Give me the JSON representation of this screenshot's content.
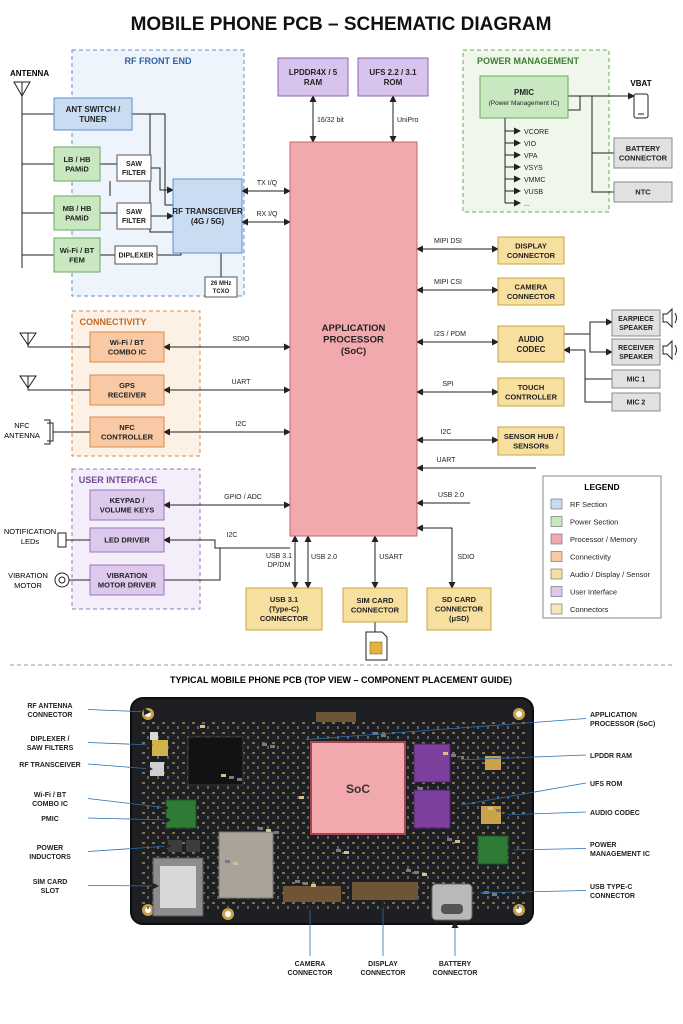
{
  "title": "MOBILE PHONE PCB – SCHEMATIC DIAGRAM",
  "sections": {
    "rf": "RF FRONT END",
    "power": "POWER MANAGEMENT",
    "connectivity": "CONNECTIVITY",
    "ui": "USER INTERFACE"
  },
  "blocks": {
    "ant_switch": [
      "ANT SWITCH /",
      "TUNER"
    ],
    "lb_hb": [
      "LB / HB",
      "PAMiD"
    ],
    "mb_hb": [
      "MB / HB",
      "PAMiD"
    ],
    "wifi_fem": [
      "Wi-Fi / BT",
      "FEM"
    ],
    "saw1": [
      "SAW",
      "FILTER"
    ],
    "saw2": [
      "SAW",
      "FILTER"
    ],
    "diplexer": [
      "DIPLEXER"
    ],
    "rf_trx": [
      "RF TRANSCEIVER",
      "(4G / 5G)"
    ],
    "tcxo": [
      "26 MHz",
      "TCXO"
    ],
    "lpddr": [
      "LPDDR4X / 5",
      "RAM"
    ],
    "ufs": [
      "UFS 2.2 / 3.1",
      "ROM"
    ],
    "pmic": [
      "PMIC",
      "(Power Management IC)"
    ],
    "battery": [
      "BATTERY",
      "CONNECTOR"
    ],
    "ntc": [
      "NTC"
    ],
    "soc": [
      "APPLICATION",
      "PROCESSOR",
      "(SoC)"
    ],
    "display": [
      "DISPLAY",
      "CONNECTOR"
    ],
    "camera": [
      "CAMERA",
      "CONNECTOR"
    ],
    "audio": [
      "AUDIO",
      "CODEC"
    ],
    "earpiece": [
      "EARPIECE",
      "SPEAKER"
    ],
    "receiver": [
      "RECEIVER",
      "SPEAKER"
    ],
    "mic1": [
      "MIC 1"
    ],
    "mic2": [
      "MIC 2"
    ],
    "touch": [
      "TOUCH",
      "CONTROLLER"
    ],
    "sensor": [
      "SENSOR HUB /",
      "SENSORs"
    ],
    "wifi_combo": [
      "Wi-Fi / BT",
      "COMBO IC"
    ],
    "gps": [
      "GPS",
      "RECEIVER"
    ],
    "nfc": [
      "NFC",
      "CONTROLLER"
    ],
    "keypad": [
      "KEYPAD /",
      "VOLUME KEYS"
    ],
    "led_driver": [
      "LED DRIVER"
    ],
    "vib_driver": [
      "VIBRATION",
      "MOTOR DRIVER"
    ],
    "usb31": [
      "USB 3.1",
      "(Type-C)",
      "CONNECTOR"
    ],
    "sim": [
      "SIM CARD",
      "CONNECTOR"
    ],
    "sd": [
      "SD CARD",
      "CONNECTOR",
      "(μSD)"
    ]
  },
  "rails": [
    "VCORE",
    "VIO",
    "VPA",
    "VSYS",
    "VMMC",
    "VUSB",
    "..."
  ],
  "side_labels": {
    "antenna": "ANTENNA",
    "nfc_antenna": [
      "NFC",
      "ANTENNA"
    ],
    "notification_leds": [
      "NOTIFICATION",
      "LEDs"
    ],
    "vibration_motor": [
      "VIBRATION",
      "MOTOR"
    ],
    "vbat": "VBAT"
  },
  "signals": {
    "bus16": "16/32 bit",
    "unipro": "UniPro",
    "tx": "TX I/Q",
    "rx": "RX I/Q",
    "mipi_dsi": "MIPI DSI",
    "mipi_csi": "MIPI CSI",
    "i2s": "I2S / PDM",
    "spi": "SPI",
    "i2c_sensor": "I2C",
    "uart_right": "UART",
    "usb20_right": "USB 2.0",
    "sdio_wifi": "SDIO",
    "uart_gps": "UART",
    "i2c_nfc": "I2C",
    "gpio_adc": "GPIO / ADC",
    "i2c_led": "I2C",
    "usb31_dp": [
      "USB 3.1",
      "DP/DM"
    ],
    "usb20_bottom": "USB 2.0",
    "usart": "USART",
    "sdio_bottom": "SDIO"
  },
  "legend": {
    "title": "LEGEND",
    "items": [
      {
        "label": "RF Section",
        "color": "#c9dcf2"
      },
      {
        "label": "Power Section",
        "color": "#c9e8c1"
      },
      {
        "label": "Processor / Memory",
        "color": "#f2a9ae"
      },
      {
        "label": "Connectivity",
        "color": "#f8c9a4"
      },
      {
        "label": "Audio / Display / Sensor",
        "color": "#f7dfa0"
      },
      {
        "label": "User Interface",
        "color": "#ddc9ec"
      },
      {
        "label": "Connectors",
        "color": "#f7e6b8"
      }
    ]
  },
  "pcb_title": "TYPICAL MOBILE PHONE PCB (TOP VIEW – COMPONENT PLACEMENT GUIDE)",
  "pcb_left_labels": [
    [
      "RF ANTENNA",
      "CONNECTOR"
    ],
    [
      "DIPLEXER /",
      "SAW FILTERS"
    ],
    [
      "RF TRANSCEIVER"
    ],
    [
      "Wi-Fi / BT",
      "COMBO IC"
    ],
    [
      "PMIC"
    ],
    [
      "POWER",
      "INDUCTORS"
    ],
    [
      "SIM CARD",
      "SLOT"
    ]
  ],
  "pcb_right_labels": [
    [
      "APPLICATION",
      "PROCESSOR (SoC)"
    ],
    [
      "LPDDR RAM"
    ],
    [
      "UFS ROM"
    ],
    [
      "AUDIO CODEC"
    ],
    [
      "POWER",
      "MANAGEMENT IC"
    ],
    [
      "USB TYPE-C",
      "CONNECTOR"
    ]
  ],
  "pcb_bottom_labels": [
    [
      "CAMERA",
      "CONNECTOR"
    ],
    [
      "DISPLAY",
      "CONNECTOR"
    ],
    [
      "BATTERY",
      "CONNECTOR"
    ]
  ],
  "pcb_soc": "SoC",
  "colors": {
    "rf": "#c9dcf2",
    "rf_border": "#5b8fc9",
    "power": "#c9e8c1",
    "power_border": "#6aa85c",
    "soc": "#f2a9ae",
    "soc_border": "#c9626b",
    "conn": "#f8c9a4",
    "conn_border": "#d98a4a",
    "audio": "#f7dfa0",
    "audio_border": "#c9a53e",
    "ui": "#ddc9ec",
    "ui_border": "#9a76be",
    "gray": "#e1e1e1",
    "gray_border": "#8a8a8a",
    "memory": "#d8c3ec",
    "memory_border": "#8d64b8",
    "pcb": "#1d1f22"
  }
}
